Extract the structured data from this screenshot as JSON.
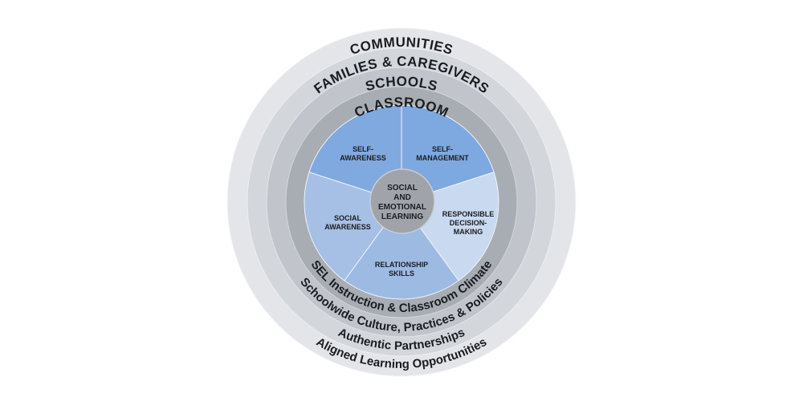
{
  "rings": [
    {
      "top_label": "COMMUNITIES",
      "bottom_label": "Aligned Learning Opportunities",
      "color": "#e3e5e9"
    },
    {
      "top_label": "FAMILIES & CAREGIVERS",
      "bottom_label": "Authentic Partnerships",
      "color": "#d3d6db"
    },
    {
      "top_label": "SCHOOLS",
      "bottom_label": "Schoolwide Culture, Practices & Policies",
      "color": "#c1c5cb"
    },
    {
      "top_label": "CLASSROOM",
      "bottom_label": "SEL Instruction & Classroom Climate",
      "color": "#a8acb3"
    }
  ],
  "competencies": [
    {
      "line1": "SELF-",
      "line2": "MANAGEMENT",
      "line3": "",
      "color": "#7ea8e0"
    },
    {
      "line1": "RESPONSIBLE",
      "line2": "DECISION-",
      "line3": "MAKING",
      "color": "#c9d9f0"
    },
    {
      "line1": "RELATIONSHIP",
      "line2": "SKILLS",
      "line3": "",
      "color": "#9dbae3"
    },
    {
      "line1": "SOCIAL",
      "line2": "AWARENESS",
      "line3": "",
      "color": "#a6bfe5"
    },
    {
      "line1": "SELF-",
      "line2": "AWARENESS",
      "line3": "",
      "color": "#80a9e0"
    }
  ],
  "center": {
    "line1": "SOCIAL",
    "line2": "AND",
    "line3": "EMOTIONAL",
    "line4": "LEARNING",
    "color": "#a0a4aa"
  }
}
